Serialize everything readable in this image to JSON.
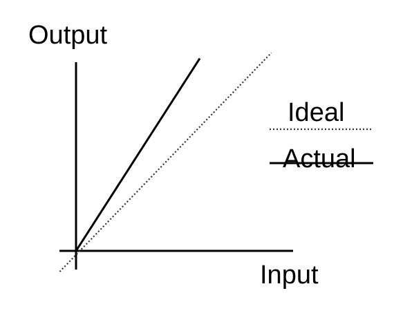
{
  "chart_data": {
    "type": "line",
    "title": "",
    "xlabel": "Input",
    "ylabel": "Output",
    "xlim": [
      0,
      1
    ],
    "ylim": [
      0,
      1
    ],
    "grid": false,
    "legend_position": "right",
    "series": [
      {
        "name": "Ideal",
        "style": "dotted",
        "color": "#333333",
        "x": [
          -0.075,
          0.9
        ],
        "y": [
          -0.11,
          1.05
        ]
      },
      {
        "name": "Actual",
        "style": "solid",
        "color": "#000000",
        "x": [
          0,
          0.57
        ],
        "y": [
          0,
          1.02
        ]
      }
    ]
  }
}
